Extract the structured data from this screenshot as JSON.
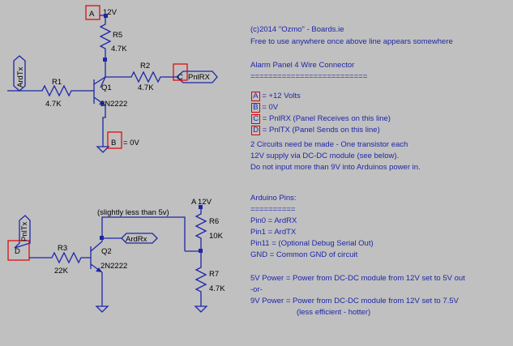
{
  "circuit1": {
    "node_a": "A",
    "v12": "12V",
    "r5": "R5",
    "r5_val": "4.7K",
    "r2": "R2",
    "r2_val": "4.7K",
    "r1": "R1",
    "r1_val": "4.7K",
    "q1": "Q1",
    "q1_part": "2N2222",
    "input_label": "ArdTx",
    "out_node": "C",
    "out_label": "PnlRX",
    "gnd_node": "B",
    "gnd_label": "= 0V"
  },
  "circuit2": {
    "node_a": "A",
    "v12": "12V",
    "note": "(slightly less than 5v)",
    "r6": "R6",
    "r6_val": "10K",
    "r7": "R7",
    "r7_val": "4.7K",
    "r3": "R3",
    "r3_val": "22K",
    "q2": "Q2",
    "q2_part": "2N2222",
    "input_node": "D",
    "input_label": "PnlTx",
    "out_label": "ArdRx"
  },
  "notes": {
    "copyright": "(c)2014 \"Ozmo\" - Boards.ie",
    "free_use": "Free to use anywhere once above line appears somewhere",
    "connector_title": "Alarm Panel 4 Wire Connector",
    "connector_rule": "==========================",
    "pins": [
      {
        "letter": "A",
        "text": " = +12 Volts"
      },
      {
        "letter": "B",
        "text": " = 0V"
      },
      {
        "letter": "C",
        "text": " = PnlRX (Panel Receives on this line)"
      },
      {
        "letter": "D",
        "text": " = PnlTX (Panel Sends on this line)"
      }
    ],
    "circuits_1": "2 Circuits need be made - One transistor each",
    "circuits_2": "12V supply via DC-DC module (see below).",
    "circuits_3": "Do not input more than 9V into Arduinos power in.",
    "arduino_title": "Arduino Pins:",
    "arduino_rule": "==========",
    "arduino_pins": [
      "Pin0 = ArdRX",
      "Pin1 = ArdTX",
      "Pin11 = (Optional Debug Serial Out)",
      "GND = Common GND of circuit"
    ],
    "power_5v": "5V Power = Power from DC-DC module from 12V set to 5V out",
    "or": "-or-",
    "power_9v": "9V Power = Power from DC-DC module from 12V set to 7.5V",
    "power_9v_note": "(less efficient - hotter)"
  }
}
